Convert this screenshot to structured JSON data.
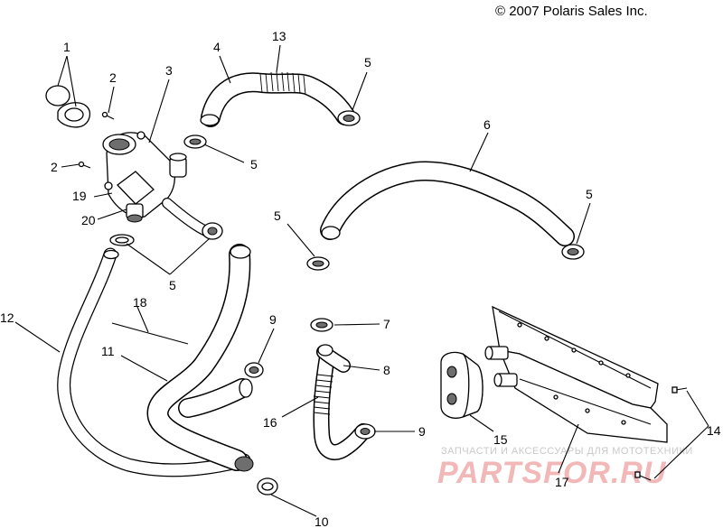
{
  "copyright": "© 2007 Polaris Sales Inc.",
  "watermark": {
    "tagline": "ЗАПЧАСТИ И АКСЕССУАРЫ ДЛЯ МОТОТЕХНИКИ",
    "brand": "PARTSFOR.RU"
  },
  "callouts": [
    {
      "id": "1",
      "label": "1"
    },
    {
      "id": "2a",
      "label": "2"
    },
    {
      "id": "2b",
      "label": "2"
    },
    {
      "id": "3",
      "label": "3"
    },
    {
      "id": "4",
      "label": "4"
    },
    {
      "id": "13",
      "label": "13"
    },
    {
      "id": "5a",
      "label": "5"
    },
    {
      "id": "5b",
      "label": "5"
    },
    {
      "id": "5c",
      "label": "5"
    },
    {
      "id": "5d",
      "label": "5"
    },
    {
      "id": "5e",
      "label": "5"
    },
    {
      "id": "6",
      "label": "6"
    },
    {
      "id": "7",
      "label": "7"
    },
    {
      "id": "8",
      "label": "8"
    },
    {
      "id": "9a",
      "label": "9"
    },
    {
      "id": "9b",
      "label": "9"
    },
    {
      "id": "10",
      "label": "10"
    },
    {
      "id": "11",
      "label": "11"
    },
    {
      "id": "12",
      "label": "12"
    },
    {
      "id": "14",
      "label": "14"
    },
    {
      "id": "15",
      "label": "15"
    },
    {
      "id": "16",
      "label": "16"
    },
    {
      "id": "17",
      "label": "17"
    },
    {
      "id": "18",
      "label": "18"
    },
    {
      "id": "19",
      "label": "19"
    },
    {
      "id": "20",
      "label": "20"
    }
  ]
}
